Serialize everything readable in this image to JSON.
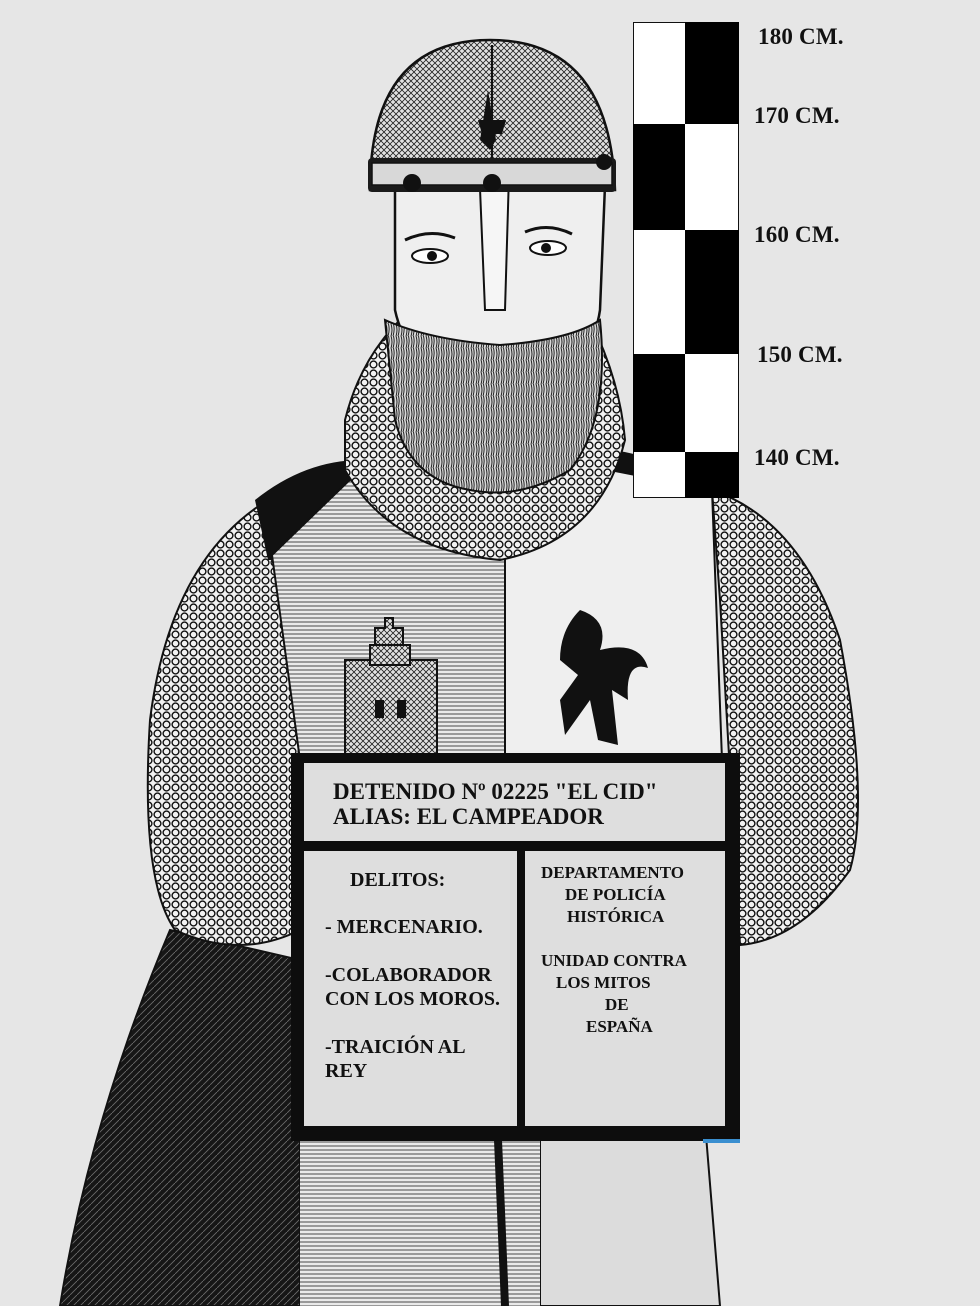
{
  "scale": {
    "labels": [
      "180 CM.",
      "170 CM.",
      "160 CM.",
      "150 CM.",
      "140 CM."
    ]
  },
  "placard": {
    "title_line1": "DETENIDO Nº 02225 \"EL CID\"",
    "title_line2": "ALIAS: EL CAMPEADOR",
    "crimes_heading": "DELITOS:",
    "crime_1": "- MERCENARIO.",
    "crime_2_line1": "-COLABORADOR",
    "crime_2_line2": "CON LOS MOROS.",
    "crime_3_line1": "-TRAICIÓN AL",
    "crime_3_line2": "REY",
    "dept_line1": "DEPARTAMENTO",
    "dept_line2": "DE POLICÍA",
    "dept_line3": "HISTÓRICA",
    "unit_line1": "UNIDAD CONTRA",
    "unit_line2": "LOS MITOS",
    "unit_line3": "DE",
    "unit_line4": "ESPAÑA"
  },
  "colors": {
    "paper": "#e6e6e6",
    "ink": "#111111",
    "placard": "#dedede",
    "accent": "#3a8fd0"
  }
}
